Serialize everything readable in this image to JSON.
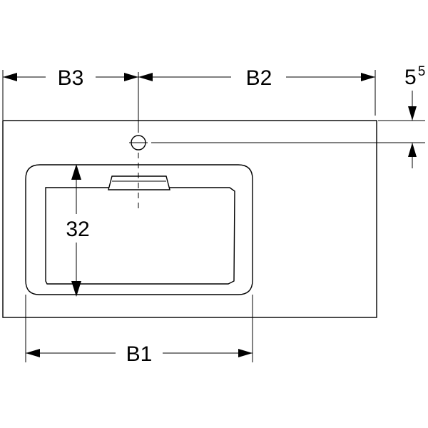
{
  "dimensions": {
    "b3": "B3",
    "b2": "B2",
    "b1": "B1",
    "bowl_depth": "32",
    "tap_offset_base": "5",
    "tap_offset_sup": "5"
  }
}
